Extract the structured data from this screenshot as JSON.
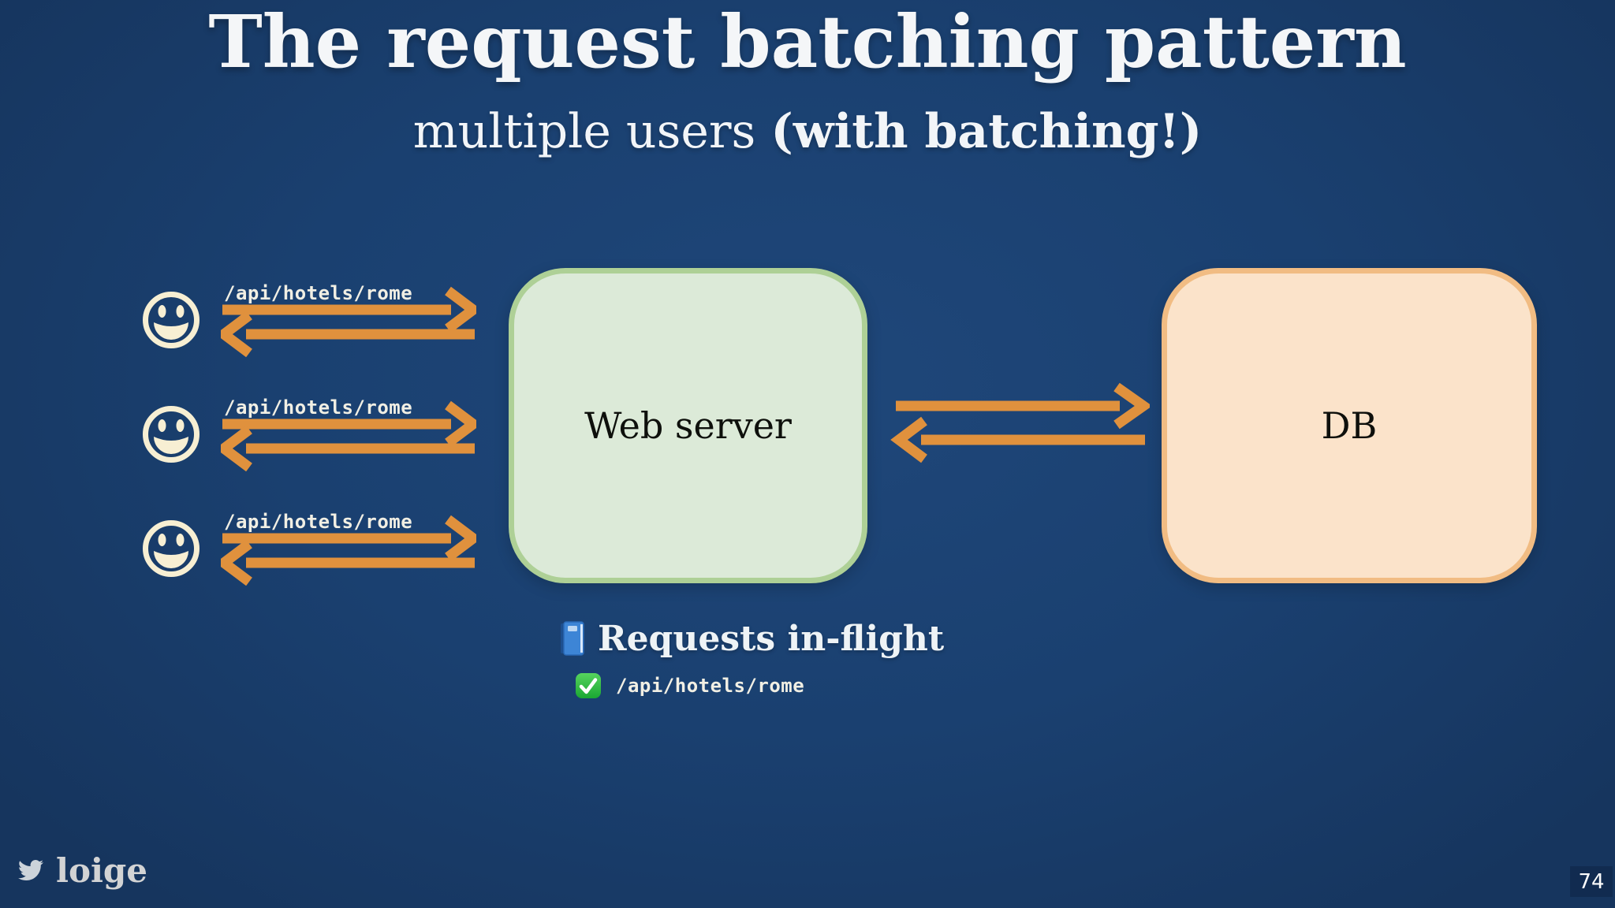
{
  "slide": {
    "title": "The request batching pattern",
    "subtitle": {
      "regular": "multiple users ",
      "bold": "(with batching!)"
    },
    "footer": {
      "twitter_handle": "loige"
    },
    "page_number": "74"
  },
  "diagram": {
    "users": [
      {
        "request_label": "/api/hotels/rome"
      },
      {
        "request_label": "/api/hotels/rome"
      },
      {
        "request_label": "/api/hotels/rome"
      }
    ],
    "web_server": {
      "label": "Web server"
    },
    "db": {
      "label": "DB"
    },
    "requests_in_flight": {
      "title": "Requests in-flight",
      "items": [
        {
          "status_icon": "check-mark",
          "label": "/api/hotels/rome"
        }
      ]
    }
  },
  "icons": {
    "user": "smiley-face-icon",
    "inflight_title": "blue-book-icon",
    "inflight_item": "check-mark-icon",
    "footer": "twitter-bird-icon"
  },
  "colors": {
    "background_center": "#1f477a",
    "background_edge": "#16355e",
    "arrow_orange": "#e0913d",
    "smiley_cream": "#f7efd3",
    "web_server_fill": "#dcead8",
    "web_server_border": "#aed096",
    "db_fill": "#fbe3ca",
    "db_border": "#f1bc83",
    "light_text": "#f2f5f8",
    "node_text": "#0e100c"
  }
}
